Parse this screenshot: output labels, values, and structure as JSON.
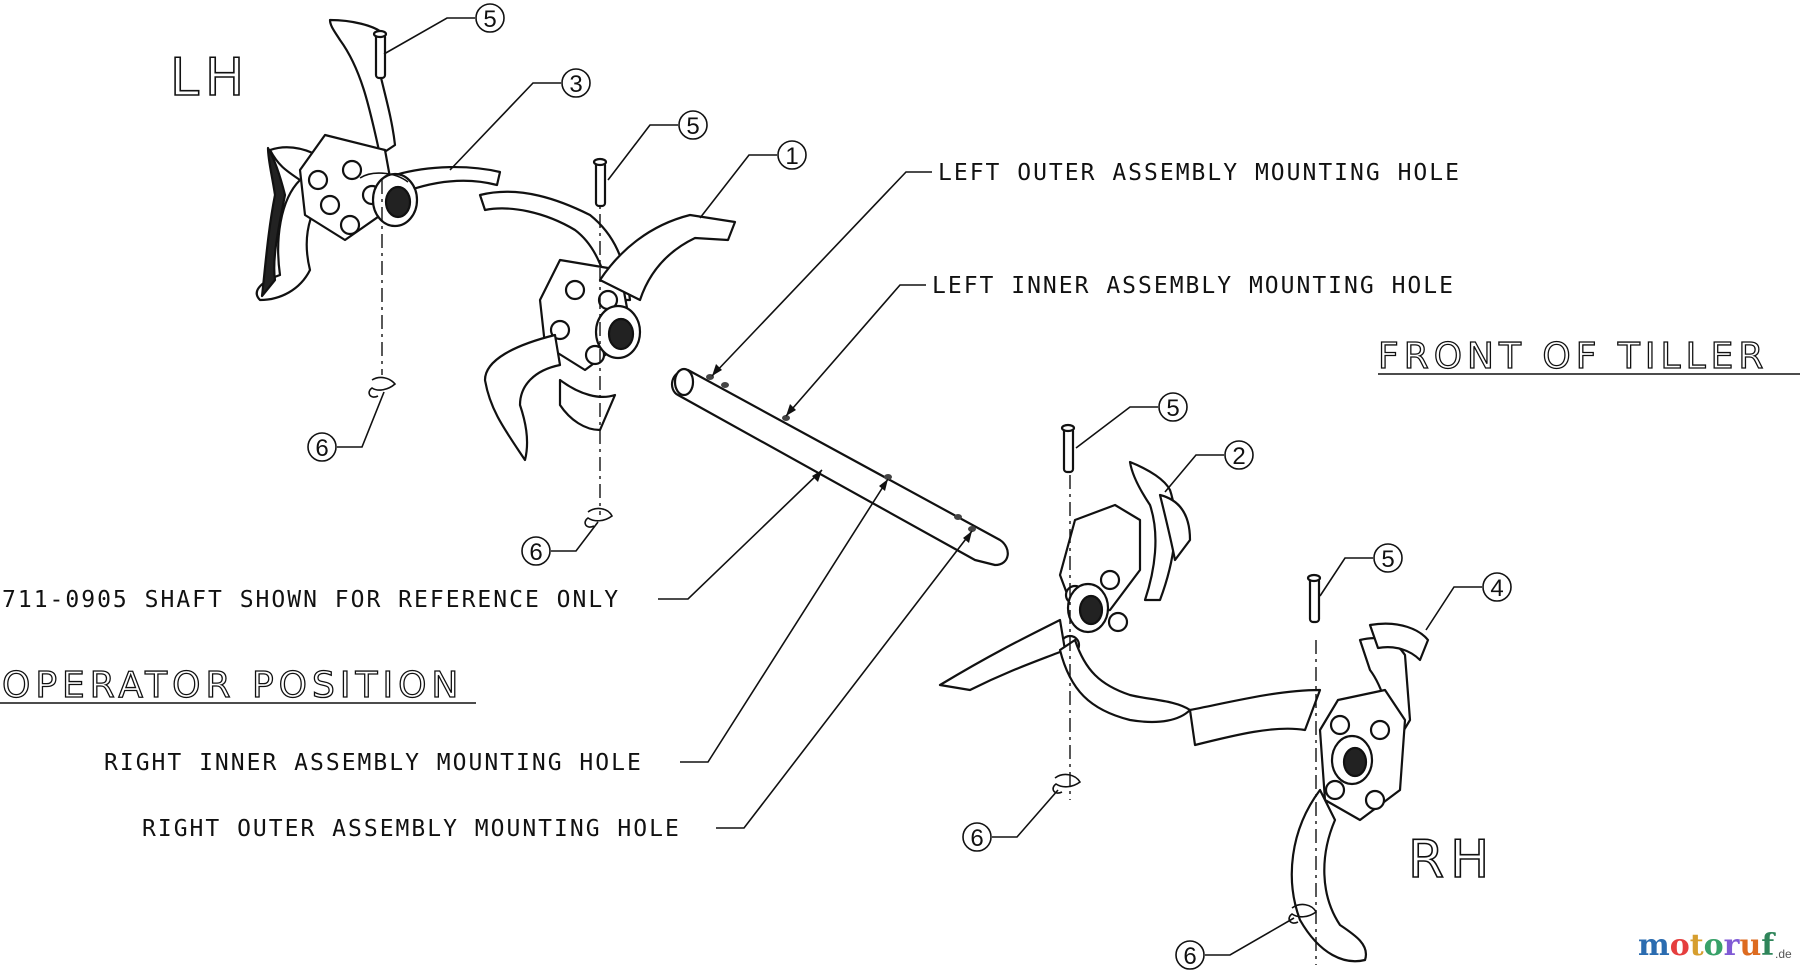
{
  "labels": {
    "lh": "LH",
    "rh": "RH",
    "front_of_tiller": "FRONT OF TILLER",
    "operator_position": "OPERATOR POSITION",
    "left_outer_hole": "LEFT OUTER ASSEMBLY MOUNTING HOLE",
    "left_inner_hole": "LEFT INNER ASSEMBLY MOUNTING HOLE",
    "shaft_reference": "711-0905 SHAFT SHOWN FOR REFERENCE ONLY",
    "right_inner_hole": "RIGHT INNER ASSEMBLY MOUNTING HOLE",
    "right_outer_hole": "RIGHT OUTER ASSEMBLY MOUNTING HOLE"
  },
  "callouts": {
    "c1": "1",
    "c2": "2",
    "c3": "3",
    "c4": "4",
    "c5a": "5",
    "c5b": "5",
    "c5c": "5",
    "c5d": "5",
    "c6a": "6",
    "c6b": "6",
    "c6c": "6",
    "c6d": "6"
  },
  "watermark": {
    "letters": [
      "m",
      "o",
      "t",
      "o",
      "r",
      "u",
      "f"
    ],
    "colors": [
      "#2b6cb0",
      "#e53e3e",
      "#d69e2e",
      "#38a169",
      "#805ad5",
      "#dd6b20",
      "#2f855a"
    ],
    "suffix": ".de"
  }
}
